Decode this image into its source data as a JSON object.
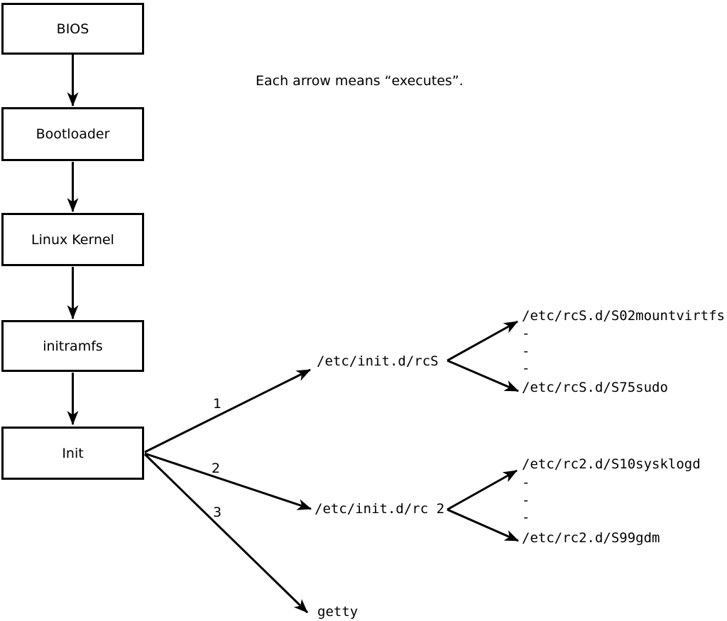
{
  "caption": "Each arrow means “executes”.",
  "boot_chain": {
    "bios": "BIOS",
    "bootloader": "Bootloader",
    "kernel": "Linux Kernel",
    "initramfs": "initramfs",
    "init": "Init"
  },
  "branches": {
    "one": {
      "number": "1",
      "target": "/etc/init.d/rcS",
      "children": {
        "first": "/etc/rcS.d/S02mountvirtfs",
        "dash1": "-",
        "dash2": "-",
        "dash3": "-",
        "last": "/etc/rcS.d/S75sudo"
      }
    },
    "two": {
      "number": "2",
      "target": "/etc/init.d/rc 2",
      "children": {
        "first": "/etc/rc2.d/S10sysklogd",
        "dash1": "-",
        "dash2": "-",
        "dash3": "-",
        "last": "/etc/rc2.d/S99gdm"
      }
    },
    "three": {
      "number": "3",
      "target": "getty"
    }
  },
  "colors": {
    "background": "#ffffff",
    "line": "#000000",
    "text": "#000000",
    "box_fill": "#ffffff"
  }
}
